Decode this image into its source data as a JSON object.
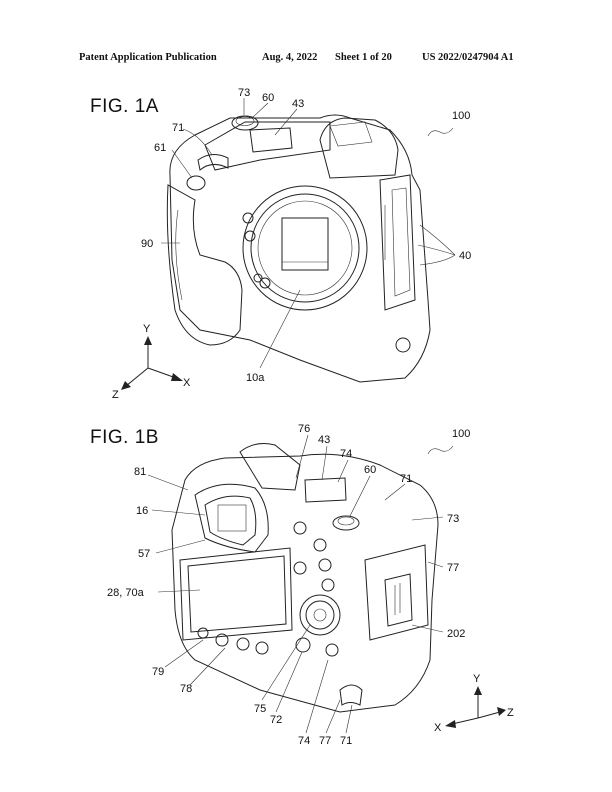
{
  "header": {
    "publication": "Patent Application Publication",
    "date": "Aug. 4, 2022",
    "sheet": "Sheet 1 of 20",
    "pub_number": "US 2022/0247904 A1"
  },
  "figures": [
    {
      "label": "FIG. 1A",
      "ref_numerals": [
        "73",
        "60",
        "43",
        "71",
        "61",
        "100",
        "90",
        "40",
        "10a"
      ],
      "axes": [
        "Y",
        "Z",
        "X"
      ]
    },
    {
      "label": "FIG. 1B",
      "ref_numerals": [
        "76",
        "43",
        "74",
        "60",
        "71",
        "100",
        "81",
        "16",
        "73",
        "57",
        "77",
        "28, 70a",
        "202",
        "79",
        "78",
        "75",
        "72",
        "74",
        "77",
        "71"
      ],
      "axes": [
        "Y",
        "X",
        "Z"
      ]
    }
  ]
}
